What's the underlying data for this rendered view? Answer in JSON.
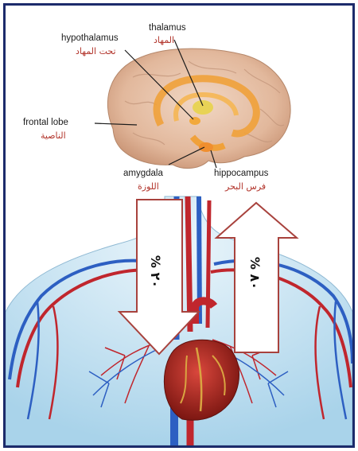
{
  "labels": {
    "thalamus": {
      "en": "thalamus",
      "ar": "المهاد"
    },
    "hypothalamus": {
      "en": "hypothalamus",
      "ar": "تحت المهاد"
    },
    "frontal_lobe": {
      "en": "frontal lobe",
      "ar": "الناصية"
    },
    "amygdala": {
      "en": "amygdala",
      "ar": "اللوزة"
    },
    "hippocampus": {
      "en": "hippocampus",
      "ar": "فرس البحر"
    }
  },
  "arrows": {
    "down_percent": "٢٠ %",
    "up_percent": "٨٠ %"
  },
  "colors": {
    "frame": "#1c2b6b",
    "arabic_label": "#b2342b",
    "artery": "#c0262d",
    "vein": "#2d5fc2",
    "arrow_outline": "#a8423d"
  },
  "icons": [
    "brain-illustration",
    "torso-illustration",
    "heart-illustration",
    "down-arrow-icon",
    "up-arrow-icon"
  ]
}
